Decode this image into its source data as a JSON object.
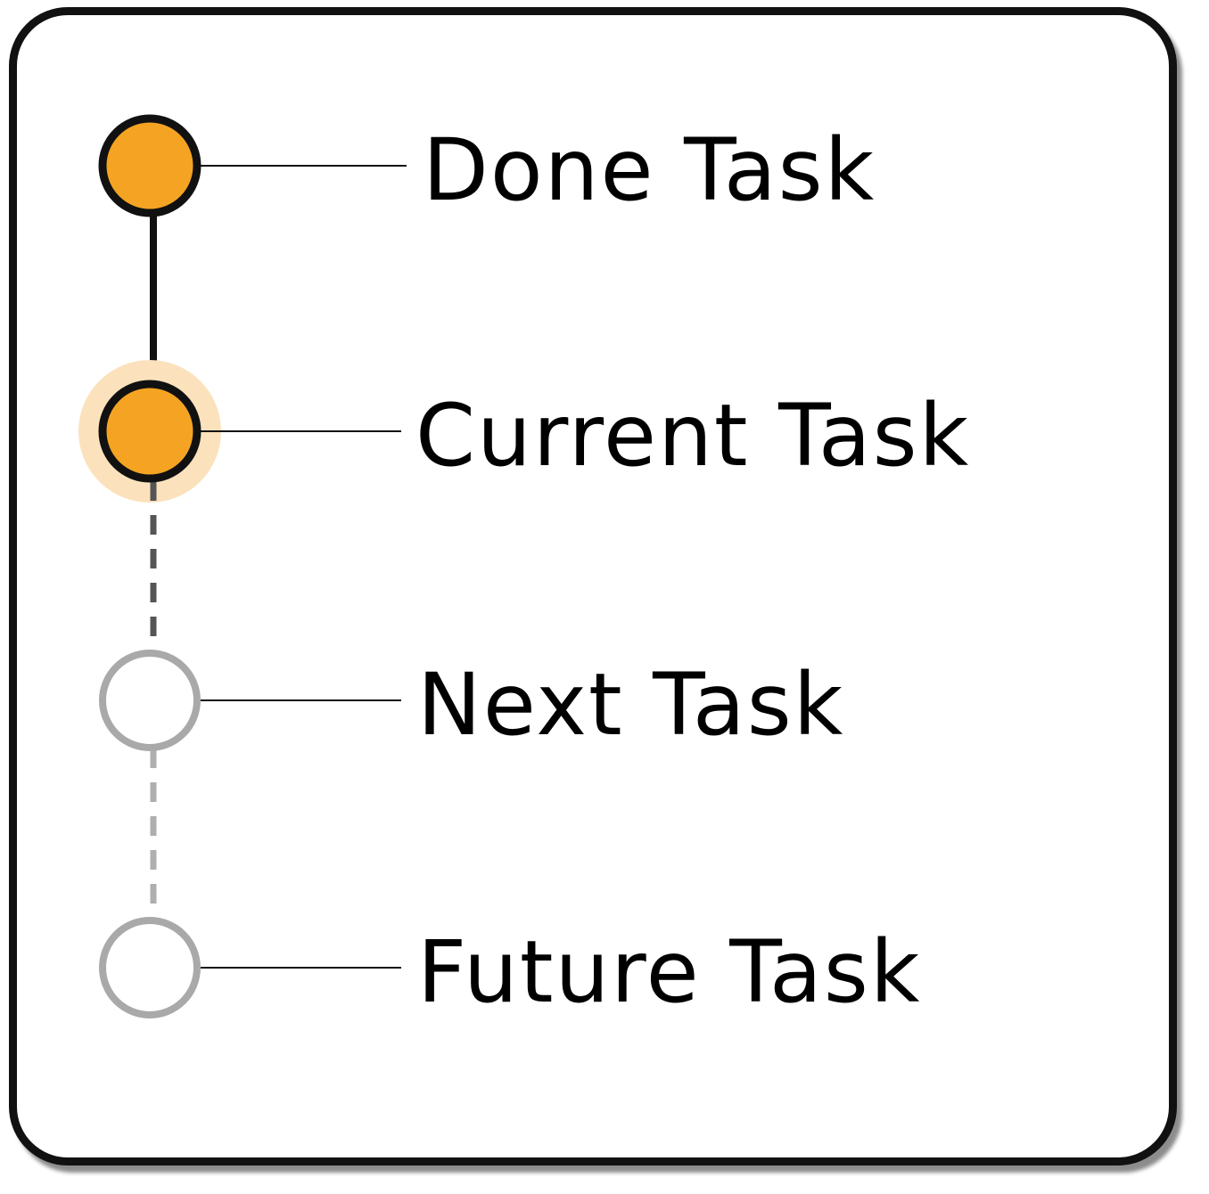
{
  "colors": {
    "frame": "#111111",
    "done_fill": "#F4A422",
    "current_halo": "#FBE2BC",
    "outline_done": "#111111",
    "outline_pending": "#A9A9A9",
    "connector_solid": "#111111",
    "connector_dashed_current": "#555555",
    "connector_dashed_pending": "#AFAFAF"
  },
  "steps": [
    {
      "label": "Done Task",
      "state": "done",
      "icon": "filled-circle-icon"
    },
    {
      "label": "Current Task",
      "state": "current",
      "icon": "highlighted-filled-circle-icon"
    },
    {
      "label": "Next Task",
      "state": "pending",
      "icon": "empty-circle-icon"
    },
    {
      "label": "Future Task",
      "state": "pending",
      "icon": "empty-circle-icon"
    }
  ]
}
